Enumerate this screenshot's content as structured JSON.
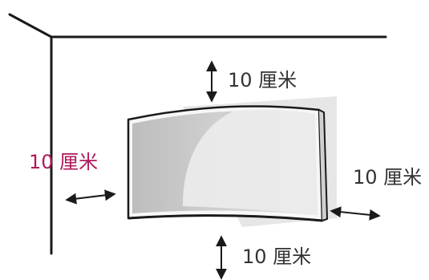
{
  "clearance_labels": {
    "top": "10 厘米",
    "left": "10 厘米",
    "right": "10 厘米",
    "bottom": "10 厘米"
  },
  "colors": {
    "line": "#1a1a1a",
    "wall_shadow": "#e6e6e6",
    "left_label": "#b0185a",
    "other_labels": "#333333"
  },
  "icons": [
    "wall-corner-lines",
    "curved-monitor",
    "double-arrow-vertical",
    "double-arrow-horizontal"
  ]
}
